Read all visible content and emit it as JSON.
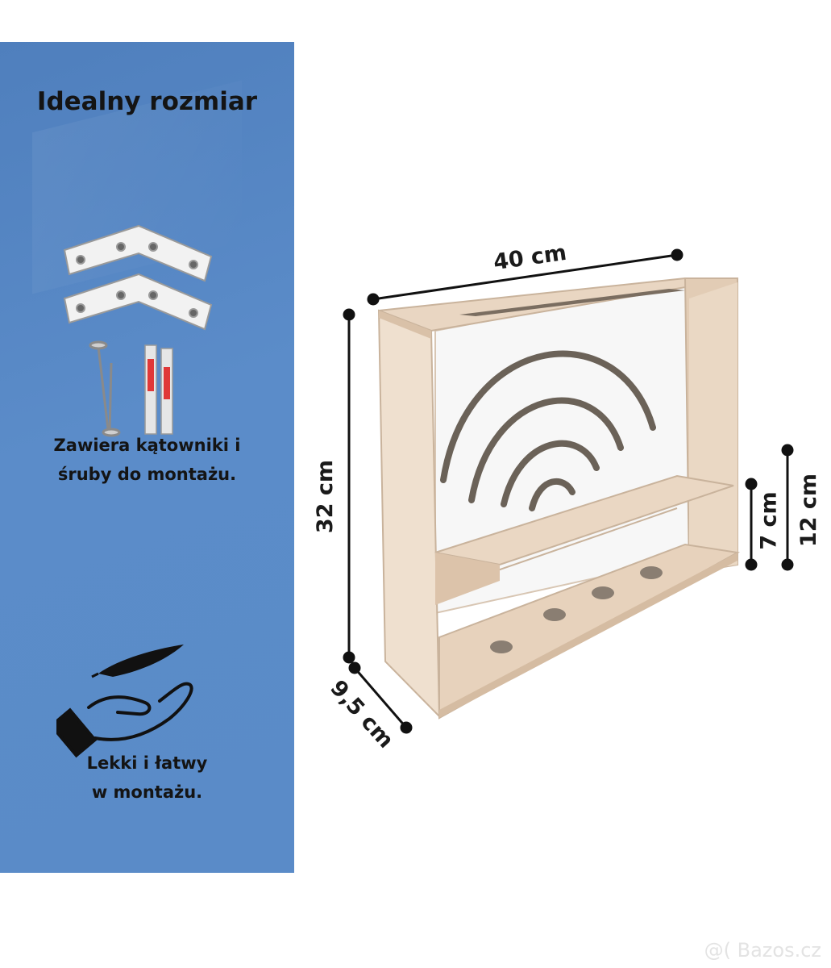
{
  "heading": "Idealny rozmiar",
  "features": [
    {
      "lines": [
        "Zawiera kątowniki i",
        "śruby do montażu."
      ],
      "icon": "brackets-and-screws-icon"
    },
    {
      "lines": [
        "Lekki i łatwy",
        "w montażu."
      ],
      "icon": "hand-feather-icon"
    }
  ],
  "dimensions": {
    "width": "40 cm",
    "height": "32 cm",
    "depth": "9,5 cm",
    "shelf_gap": "7 cm",
    "shelf_height": "12 cm"
  },
  "watermark": "@( Bazos.cz",
  "colors": {
    "panel_blue": "#5a8bc8",
    "wood": "#e9d6c2",
    "text": "#141414"
  }
}
